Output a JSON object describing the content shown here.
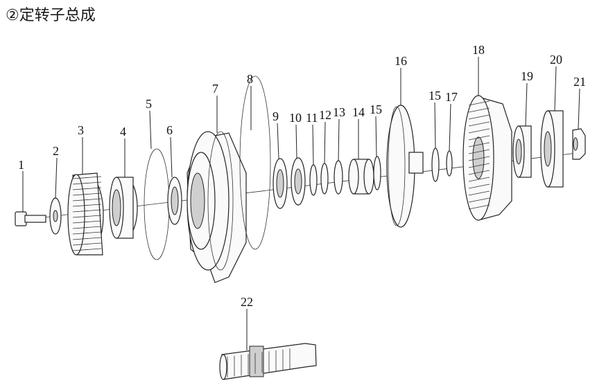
{
  "title": "②定转子总成",
  "labels": [
    "1",
    "2",
    "3",
    "4",
    "5",
    "6",
    "7",
    "8",
    "9",
    "10",
    "11",
    "12",
    "13",
    "14",
    "15",
    "16",
    "15",
    "17",
    "18",
    "19",
    "20",
    "21",
    "22"
  ]
}
